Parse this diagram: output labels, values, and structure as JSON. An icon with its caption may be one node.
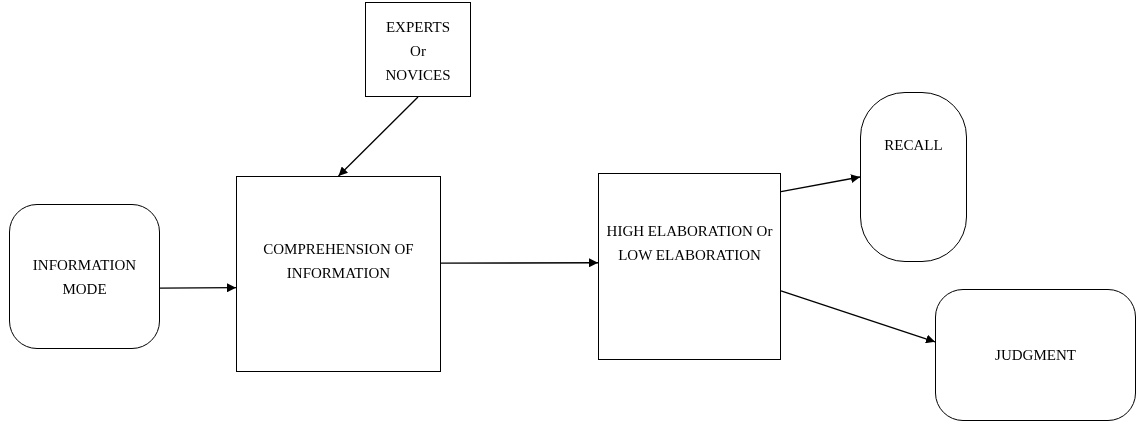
{
  "diagram": {
    "nodes": [
      {
        "text": [
          "EXPERTS Or NOVICES"
        ]
      },
      {
        "text": [
          "INFORMATION MODE"
        ]
      },
      {
        "text": [
          "COMPREHENSION OF INFORMATION"
        ]
      },
      {
        "text": [
          "HIGH ELABORATION Or LOW ELABORATION"
        ]
      },
      {
        "text": [
          "RECALL"
        ]
      },
      {
        "text": [
          "JUDGMENT"
        ]
      }
    ],
    "edges": [
      {
        "from": 0,
        "to": 2,
        "arrow": "to"
      },
      {
        "from": 1,
        "to": 2,
        "arrow": "to"
      },
      {
        "from": 2,
        "to": 3,
        "arrow": "to"
      },
      {
        "from": 3,
        "to": 4,
        "arrow": "to"
      },
      {
        "from": 3,
        "to": 5,
        "arrow": "to"
      }
    ]
  }
}
